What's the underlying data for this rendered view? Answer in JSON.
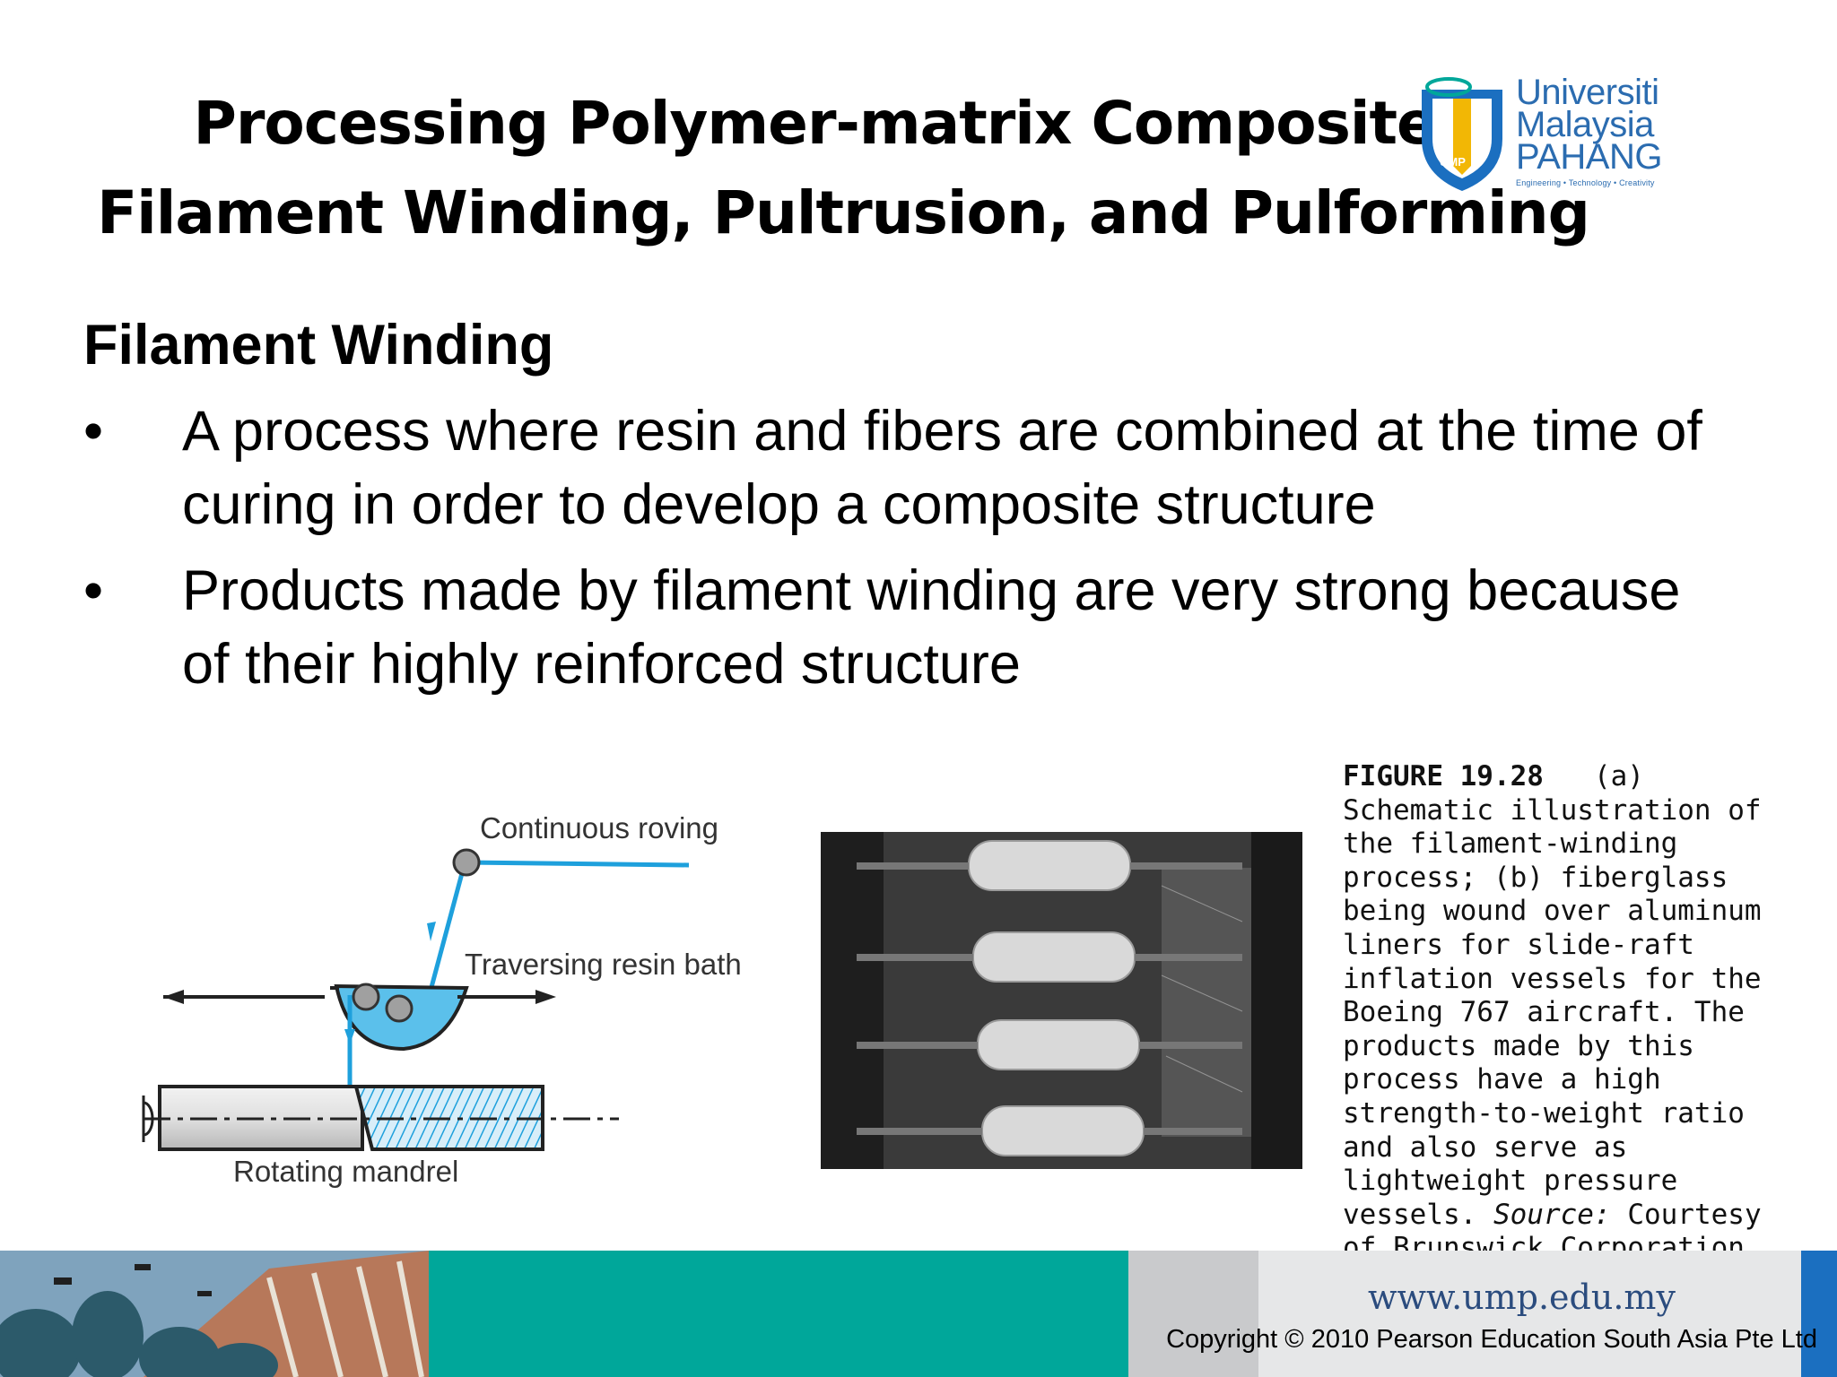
{
  "slide": {
    "title_line1": "Processing Polymer-matrix Composites:",
    "title_line2": "Filament Winding, Pultrusion, and Pulforming",
    "heading": "Filament Winding",
    "bullet_symbol": "•",
    "bullets": [
      "A process where resin and fibers are combined at the time of curing in order to develop a composite structure",
      "Products made by filament winding are very strong because of their highly reinforced structure"
    ]
  },
  "logo": {
    "line1": "Universiti",
    "line2": "Malaysia",
    "line3": "PAHANG",
    "tagline": "Engineering • Technology • Creativity",
    "badge": "UMP",
    "color": "#2b6cb0"
  },
  "figure": {
    "schematic_labels": {
      "roving": "Continuous roving",
      "bath": "Traversing resin bath",
      "mandrel": "Rotating mandrel"
    },
    "caption": {
      "number": "FIGURE 19.28",
      "part_a": "(a)",
      "text": "Schematic illustration of the filament-winding process; (b) fiberglass being wound over aluminum liners for slide-raft inflation vessels for the Boeing 767 aircraft. The products made by this process have a high strength-to-weight ratio and also serve as lightweight pressure vessels.",
      "source_label": "Source:",
      "source_text": "Courtesy of Brunswick Corporation."
    },
    "fiber_color": "#1ea0dc"
  },
  "footer": {
    "url": "www.ump.edu.my",
    "copyright": "Copyright © 2010 Pearson Education South Asia Pte Ltd",
    "teal": "#00a79a",
    "blue": "#1b6fc0"
  }
}
